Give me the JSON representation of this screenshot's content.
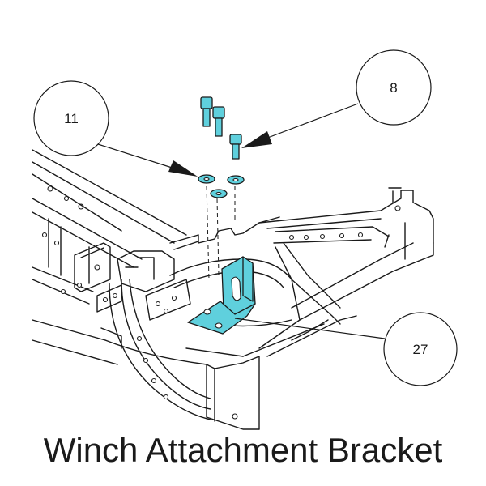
{
  "caption": "Winch Attachment Bracket",
  "callouts": [
    {
      "id": "11",
      "label": "11"
    },
    {
      "id": "8",
      "label": "8"
    },
    {
      "id": "27",
      "label": "27"
    }
  ],
  "colors": {
    "highlight_part": "#5fd0dd",
    "line": "#1a1a1a",
    "background": "#ffffff"
  }
}
